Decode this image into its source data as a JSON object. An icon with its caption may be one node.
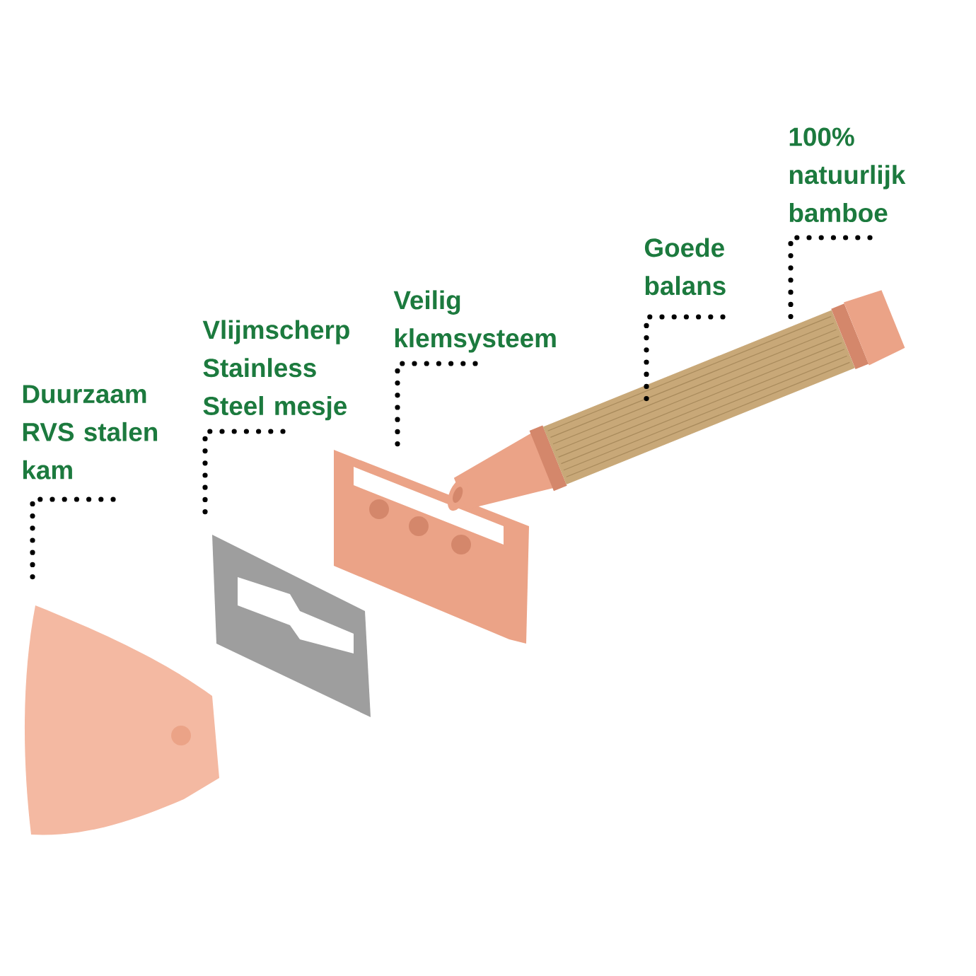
{
  "diagram": {
    "nodes": [
      {
        "text": [
          "Duurzaam RVS stalen kam"
        ]
      },
      {
        "text": [
          "Vlijmscherp Stainless Steel mesje"
        ]
      },
      {
        "text": [
          "Veilig klemsysteem"
        ]
      },
      {
        "text": [
          "Goede balans"
        ]
      },
      {
        "text": [
          "100% natuurlijk bamboe"
        ]
      },
      {
        "text": [],
        "shape": "picture"
      },
      {
        "text": [],
        "shape": "picture"
      },
      {
        "text": [],
        "shape": "picture"
      },
      {
        "text": [],
        "shape": "picture"
      }
    ],
    "edges": [
      {
        "from": 0,
        "to": 5,
        "arrow": "none"
      },
      {
        "from": 1,
        "to": 6,
        "arrow": "none"
      },
      {
        "from": 2,
        "to": 7,
        "arrow": "none"
      },
      {
        "from": 3,
        "to": 8,
        "arrow": "none"
      },
      {
        "from": 4,
        "to": 8,
        "arrow": "none"
      }
    ]
  }
}
